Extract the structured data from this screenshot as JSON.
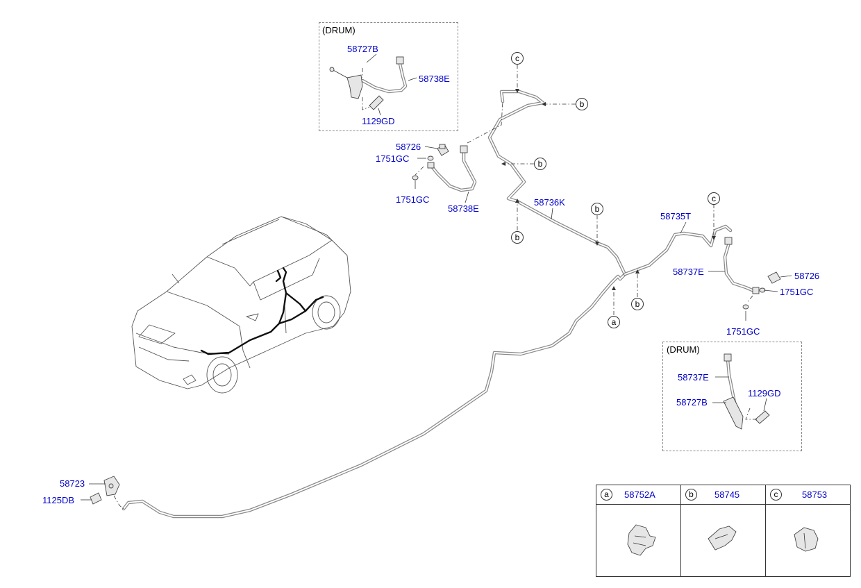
{
  "colors": {
    "part_number": "#0000cc",
    "line": "#555555",
    "pipe": "#8a8a8a",
    "vehicle_line": "#555555",
    "brake_line_on_vehicle": "#111111"
  },
  "drum_labels": {
    "rear_left": "(DRUM)",
    "rear_right": "(DRUM)"
  },
  "callouts": {
    "drum_left_58727B": "58727B",
    "drum_left_58738E": "58738E",
    "drum_left_1129GD": "1129GD",
    "left_58726": "58726",
    "left_1751GC_top": "1751GC",
    "left_1751GC_bottom": "1751GC",
    "left_58738E": "58738E",
    "pipe_58736K": "58736K",
    "pipe_58735T": "58735T",
    "right_58737E": "58737E",
    "right_58726": "58726",
    "right_1751GC_top": "1751GC",
    "right_1751GC_bottom": "1751GC",
    "drum_right_58737E": "58737E",
    "drum_right_58727B": "58727B",
    "drum_right_1129GD": "1129GD",
    "front_58723": "58723",
    "front_1125DB": "1125DB"
  },
  "clip_markers": {
    "c_top": "c",
    "b_top": "b",
    "b_mid": "b",
    "b_low": "b",
    "b_center": "b",
    "c_right": "c",
    "b_right": "b",
    "a_center": "a"
  },
  "legend": {
    "items": [
      {
        "letter": "a",
        "part_number": "58752A",
        "icon": "clip-a-icon"
      },
      {
        "letter": "b",
        "part_number": "58745",
        "icon": "clip-b-icon"
      },
      {
        "letter": "c",
        "part_number": "58753",
        "icon": "clip-c-icon"
      }
    ]
  }
}
